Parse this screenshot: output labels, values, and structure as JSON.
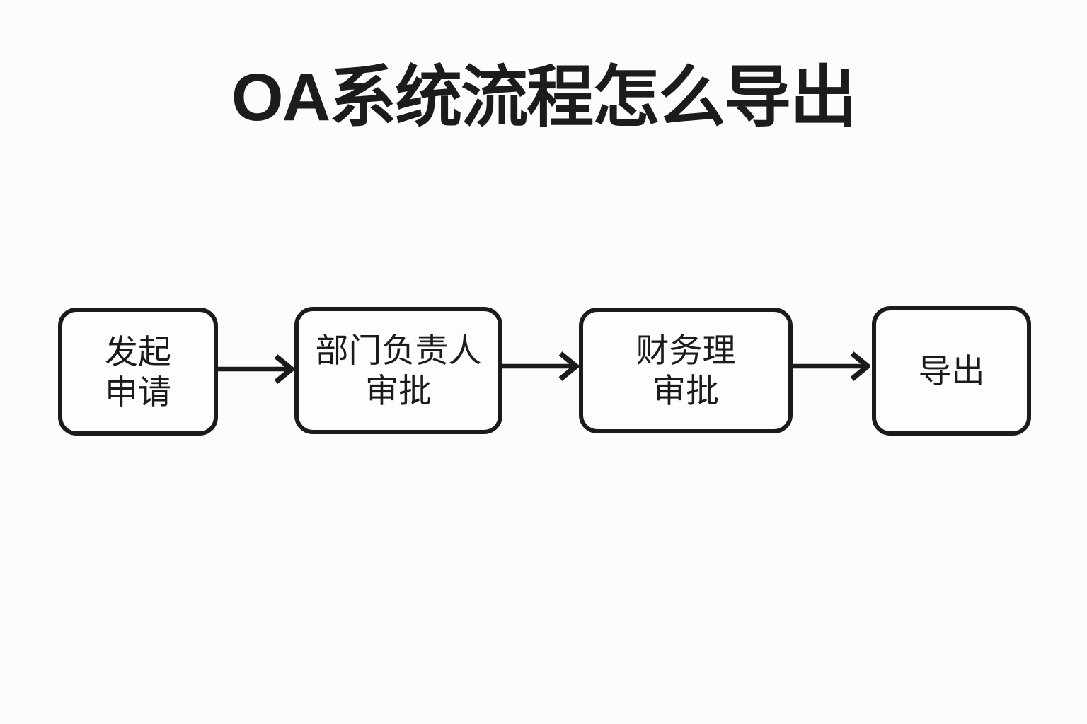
{
  "title": "OA系统流程怎么导出",
  "flow": {
    "nodes": [
      {
        "name": "initiate-request",
        "label": "发起\n申请"
      },
      {
        "name": "department-head-approval",
        "label": "部门负责人\n审批"
      },
      {
        "name": "finance-manager-approval",
        "label": "财务理\n审批"
      },
      {
        "name": "export",
        "label": "导出"
      }
    ],
    "connections": [
      {
        "from": "initiate-request",
        "to": "department-head-approval"
      },
      {
        "from": "department-head-approval",
        "to": "finance-manager-approval"
      },
      {
        "from": "finance-manager-approval",
        "to": "export"
      }
    ]
  },
  "colors": {
    "background": "#fcfcfc",
    "outline": "#1b1b1b",
    "text": "#1b1b1b"
  }
}
